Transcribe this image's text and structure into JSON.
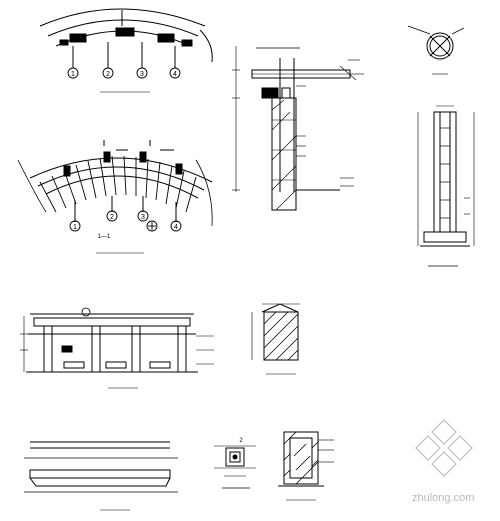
{
  "grid_labels": [
    "1",
    "2",
    "3",
    "4"
  ],
  "section_mark": "1—1",
  "section_mark_2": "2",
  "watermark": {
    "text": "zhulong.com"
  },
  "colors": {
    "ink": "#000000",
    "watermark": "#bdbdbd"
  }
}
